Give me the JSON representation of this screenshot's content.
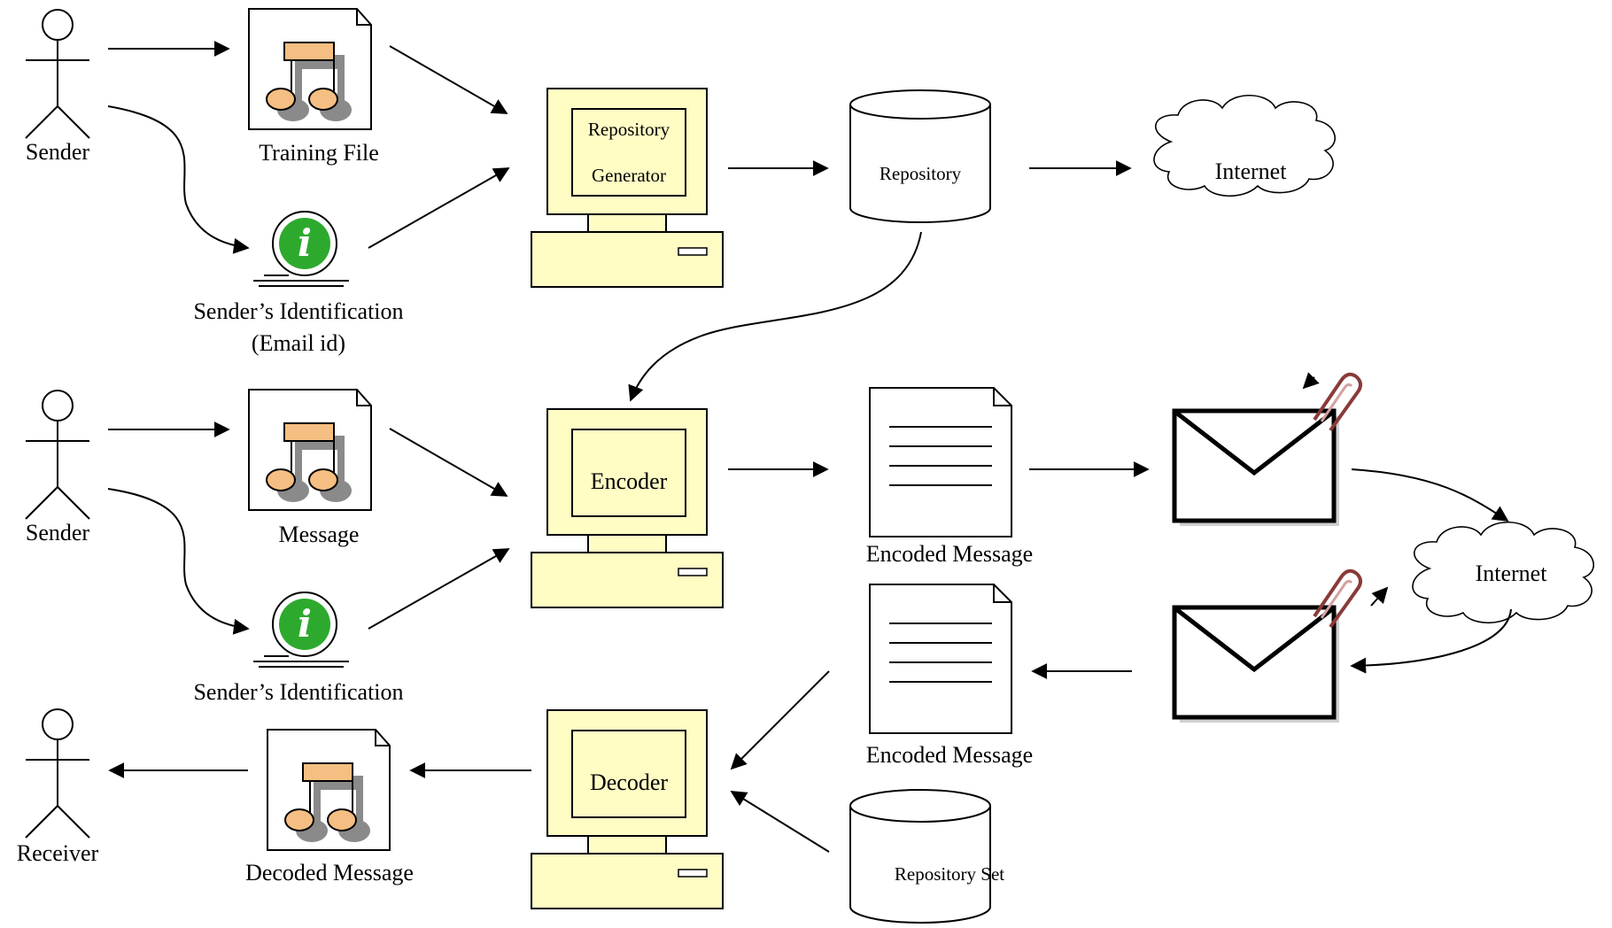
{
  "top_row": {
    "sender_label": "Sender",
    "training_file_label": "Training File",
    "id_label_line1": "Sender’s Identification",
    "id_label_line2": "(Email id)",
    "generator_line1": "Repository",
    "generator_line2": "Generator",
    "repository_label": "Repository",
    "internet_label": "Internet"
  },
  "middle_row": {
    "sender_label": "Sender",
    "message_label": "Message",
    "id_label": "Sender’s Identification",
    "encoder_label": "Encoder",
    "encoded_message_label": "Encoded Message",
    "internet_label": "Internet"
  },
  "bottom_row": {
    "receiver_label": "Receiver",
    "decoded_message_label": "Decoded Message",
    "decoder_label": "Decoder",
    "encoded_message_label": "Encoded Message",
    "repository_set_label": "Repository Set"
  },
  "icons": {
    "actor": "stick-figure-icon",
    "music_file": "music-file-icon",
    "info": "info-icon",
    "computer": "computer-icon",
    "database": "database-cylinder-icon",
    "cloud": "cloud-icon",
    "document": "document-icon",
    "envelope": "envelope-with-clip-icon"
  },
  "colors": {
    "computer_fill": "#FFFCC4",
    "note_fill": "#F5BE82",
    "info_green": "#2DAA2D"
  }
}
